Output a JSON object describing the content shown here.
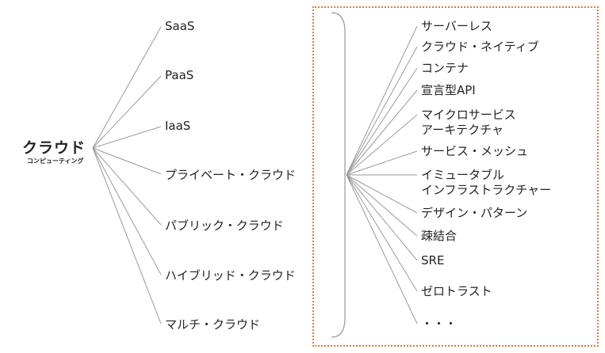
{
  "root": {
    "title": "クラウド",
    "subtitle": "コンピューティング"
  },
  "models": [
    "SaaS",
    "PaaS",
    "IaaS",
    "プライベート・クラウド",
    "パブリック・クラウド",
    "ハイブリッド・クラウド",
    "マルチ・クラウド"
  ],
  "traits": [
    {
      "lines": [
        "サーバーレス"
      ]
    },
    {
      "lines": [
        "クラウド・ネイティブ"
      ]
    },
    {
      "lines": [
        "コンテナ"
      ]
    },
    {
      "lines": [
        "宣言型API"
      ]
    },
    {
      "lines": [
        "マイクロサービス",
        "アーキテクチャ"
      ]
    },
    {
      "lines": [
        "サービス・メッシュ"
      ]
    },
    {
      "lines": [
        "イミュータブル",
        "インフラストラクチャー"
      ]
    },
    {
      "lines": [
        "デザイン・パターン"
      ]
    },
    {
      "lines": [
        "疎結合"
      ]
    },
    {
      "lines": [
        "SRE"
      ]
    },
    {
      "lines": [
        "ゼロトラスト"
      ]
    },
    {
      "lines": [
        "・・・"
      ]
    }
  ],
  "colors": {
    "line": "#9a9a9a",
    "box_border": "#e07a2a",
    "text": "#222222"
  }
}
